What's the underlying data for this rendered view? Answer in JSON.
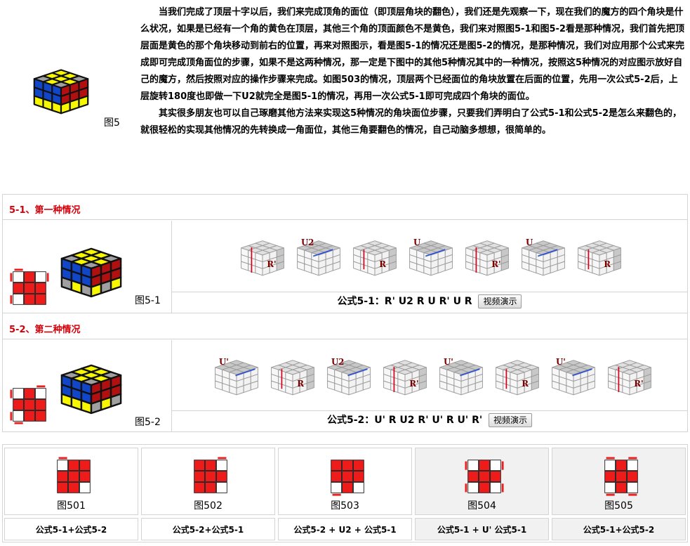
{
  "intro": {
    "figure_caption": "图5",
    "paragraphs": [
      "当我们完成了顶层十字以后，我们来完成顶角的面位（即顶层角块的翻色），我们还是先观察一下，现在我们的魔方的四个角块是什么状况，如果是已经有一个角的黄色在顶层，其他三个角的顶面颜色不是黄色，我们来对照图5-1和图5-2看是那种情况，我们首先把顶层面是黄色的那个角块移动到前右的位置，再来对照图示，看是图5-1的情况还是图5-2的情况，是那种情况，我们对应用那个公式来完成即可完成顶角面位的步骤，如果不是这两种情况，那一定是下图中的其他5种情况其中的一种情况，按照这5种情况的对应图示放好自己的魔方，然后按照对应的操作步骤来完成。如图503的情况，顶层两个已经面位的角块放置在后面的位置，先用一次公式5-2后，上层旋转180度也即做一下U2就完全是图5-1的情况，再用一次公式5-1即可完成四个角块的面位。",
      "其实很多朋友也可以自己琢磨其他方法来实现这5种情况的角块面位步骤，只要我们弄明白了公式5-1和公式5-2是怎么来翻色的，就很轻松的实现其他情况的先转换成一角面位，其他三角要翻色的情况，自己动脑多想想，很简单的。"
    ]
  },
  "section1": {
    "heading": "5-1、第一种情况",
    "figure_caption": "图5-1",
    "formula": "公式5-1：R' U2 R U R' U R",
    "video_label": "视频演示",
    "steps": [
      {
        "move": "R'",
        "face": "right",
        "arrow": "down"
      },
      {
        "move": "U2",
        "face": "top",
        "arrow": "left"
      },
      {
        "move": "R",
        "face": "right",
        "arrow": "up"
      },
      {
        "move": "U",
        "face": "top",
        "arrow": "left"
      },
      {
        "move": "R'",
        "face": "right",
        "arrow": "down"
      },
      {
        "move": "U",
        "face": "top",
        "arrow": "left"
      },
      {
        "move": "R",
        "face": "right",
        "arrow": "up"
      }
    ]
  },
  "section2": {
    "heading": "5-2、第二种情况",
    "figure_caption": "图5-2",
    "formula": "公式5-2：U' R U2 R' U' R U' R'",
    "video_label": "视频演示",
    "steps": [
      {
        "move": "U'",
        "face": "top",
        "arrow": "right"
      },
      {
        "move": "R",
        "face": "right",
        "arrow": "up"
      },
      {
        "move": "U2",
        "face": "top",
        "arrow": "right"
      },
      {
        "move": "R'",
        "face": "right",
        "arrow": "down"
      },
      {
        "move": "U'",
        "face": "top",
        "arrow": "right"
      },
      {
        "move": "R",
        "face": "right",
        "arrow": "up"
      },
      {
        "move": "U'",
        "face": "top",
        "arrow": "right"
      },
      {
        "move": "R'",
        "face": "right",
        "arrow": "down"
      }
    ]
  },
  "cases": [
    {
      "name": "图501",
      "formula": "公式5-1+公式5-2",
      "shaded": false
    },
    {
      "name": "图502",
      "formula": "公式5-2+公式5-1",
      "shaded": false
    },
    {
      "name": "图503",
      "formula": "公式5-2 + U2 + 公式5-1",
      "shaded": false
    },
    {
      "name": "图504",
      "formula": "公式5-1 + U' 公式5-1",
      "shaded": true
    },
    {
      "name": "图505",
      "formula": "公式5-1+公式5-2",
      "shaded": true
    }
  ],
  "colors": {
    "heading_red": "#d4000a",
    "sticker_red": "#ee1b1b",
    "cube_yellow": "#f7f700",
    "cube_blue": "#1146c9",
    "cube_darkred": "#b21010",
    "cube_gray": "#a0a0a0",
    "move_label": "#7a0000",
    "arrow_red": "#d6001c",
    "arrow_blue": "#2b50d8"
  }
}
